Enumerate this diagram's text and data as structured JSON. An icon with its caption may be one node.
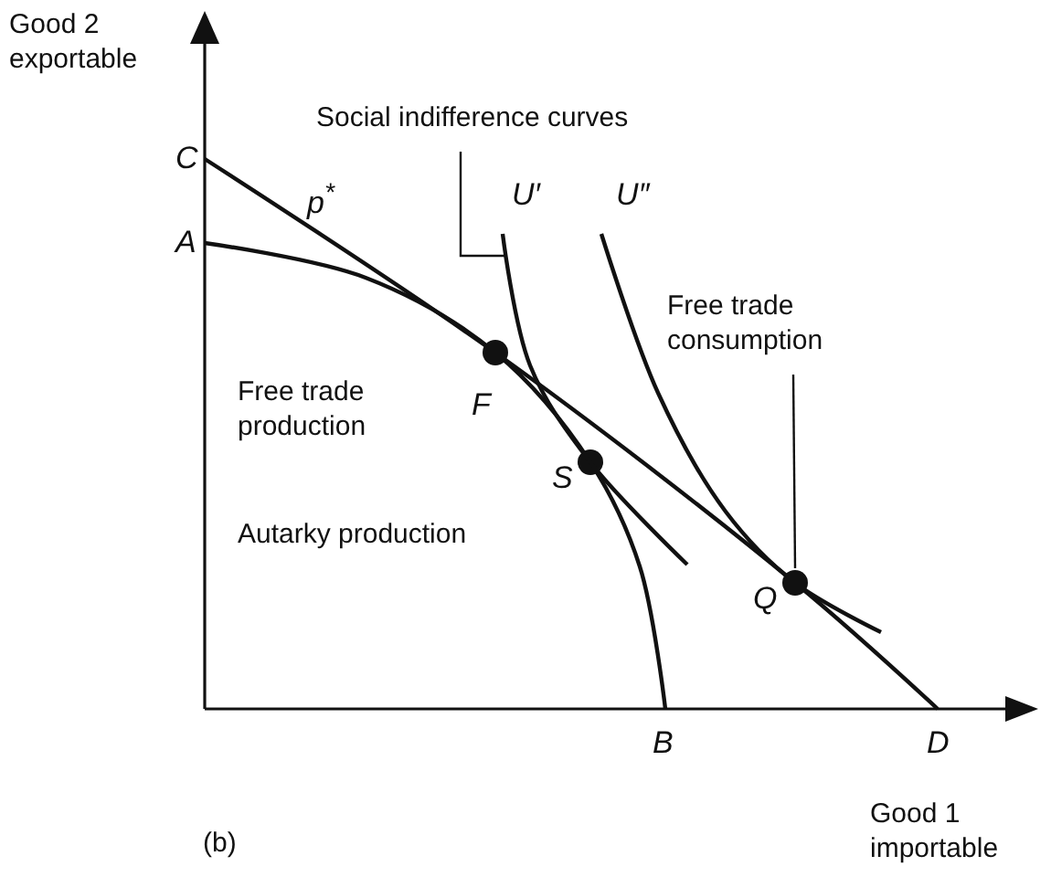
{
  "diagram": {
    "nodes": [
      {
        "text": [
          "Social indifference curves"
        ]
      },
      {
        "text": [],
        "shape": "curve",
        "beside": [
          "U′"
        ]
      },
      {
        "text": [
          "Free trade consumption"
        ]
      },
      {
        "text": [],
        "shape": "circle",
        "beside": [
          "Q"
        ]
      }
    ],
    "edges": [
      {
        "from": 0,
        "to": 1,
        "arrow": "none"
      },
      {
        "from": 2,
        "to": 3,
        "arrow": "none"
      }
    ],
    "labels": [
      "Good 2 exportable",
      "C",
      "p$^{*}$",
      "U″",
      "A",
      "Free trade production",
      "F",
      "S",
      "Autarky production",
      "B",
      "D",
      "Good 1 importable",
      "(b)"
    ]
  }
}
